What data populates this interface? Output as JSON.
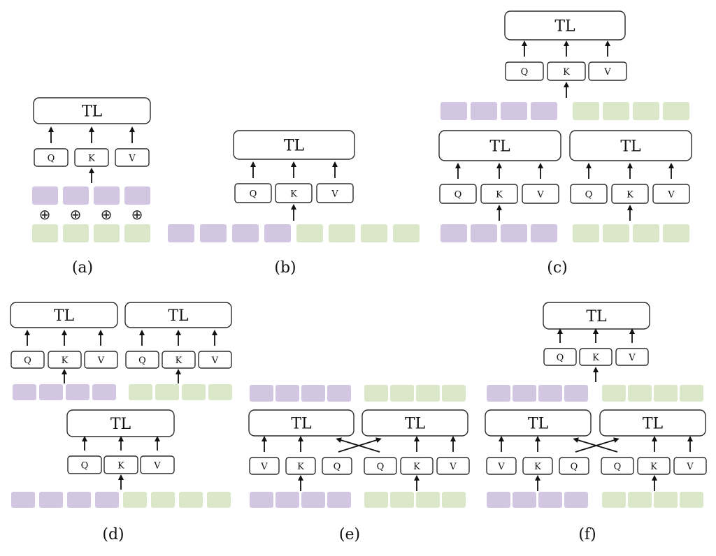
{
  "labels": {
    "tl": "TL",
    "q": "Q",
    "k": "K",
    "v": "V",
    "fusion_symbol": "⊕"
  },
  "captions": [
    "(a)",
    "(b)",
    "(c)",
    "(d)",
    "(e)",
    "(f)"
  ],
  "colors": {
    "modality_a": "#d2c6e2",
    "modality_b": "#dbe7c9",
    "box_stroke": "#2b2b2b",
    "arrow": "#111111"
  },
  "panels": [
    {
      "caption": "(a)",
      "scheme": "token-wise addition of two modalities, single TL"
    },
    {
      "caption": "(b)",
      "scheme": "concatenated tokens, single TL"
    },
    {
      "caption": "(c)",
      "scheme": "separate TL per modality, then shared TL"
    },
    {
      "caption": "(d)",
      "scheme": "shared TL first, then separate TL per modality"
    },
    {
      "caption": "(e)",
      "scheme": "separate TL per modality with crossed queries"
    },
    {
      "caption": "(f)",
      "scheme": "crossed-query TLs, then shared TL"
    }
  ]
}
